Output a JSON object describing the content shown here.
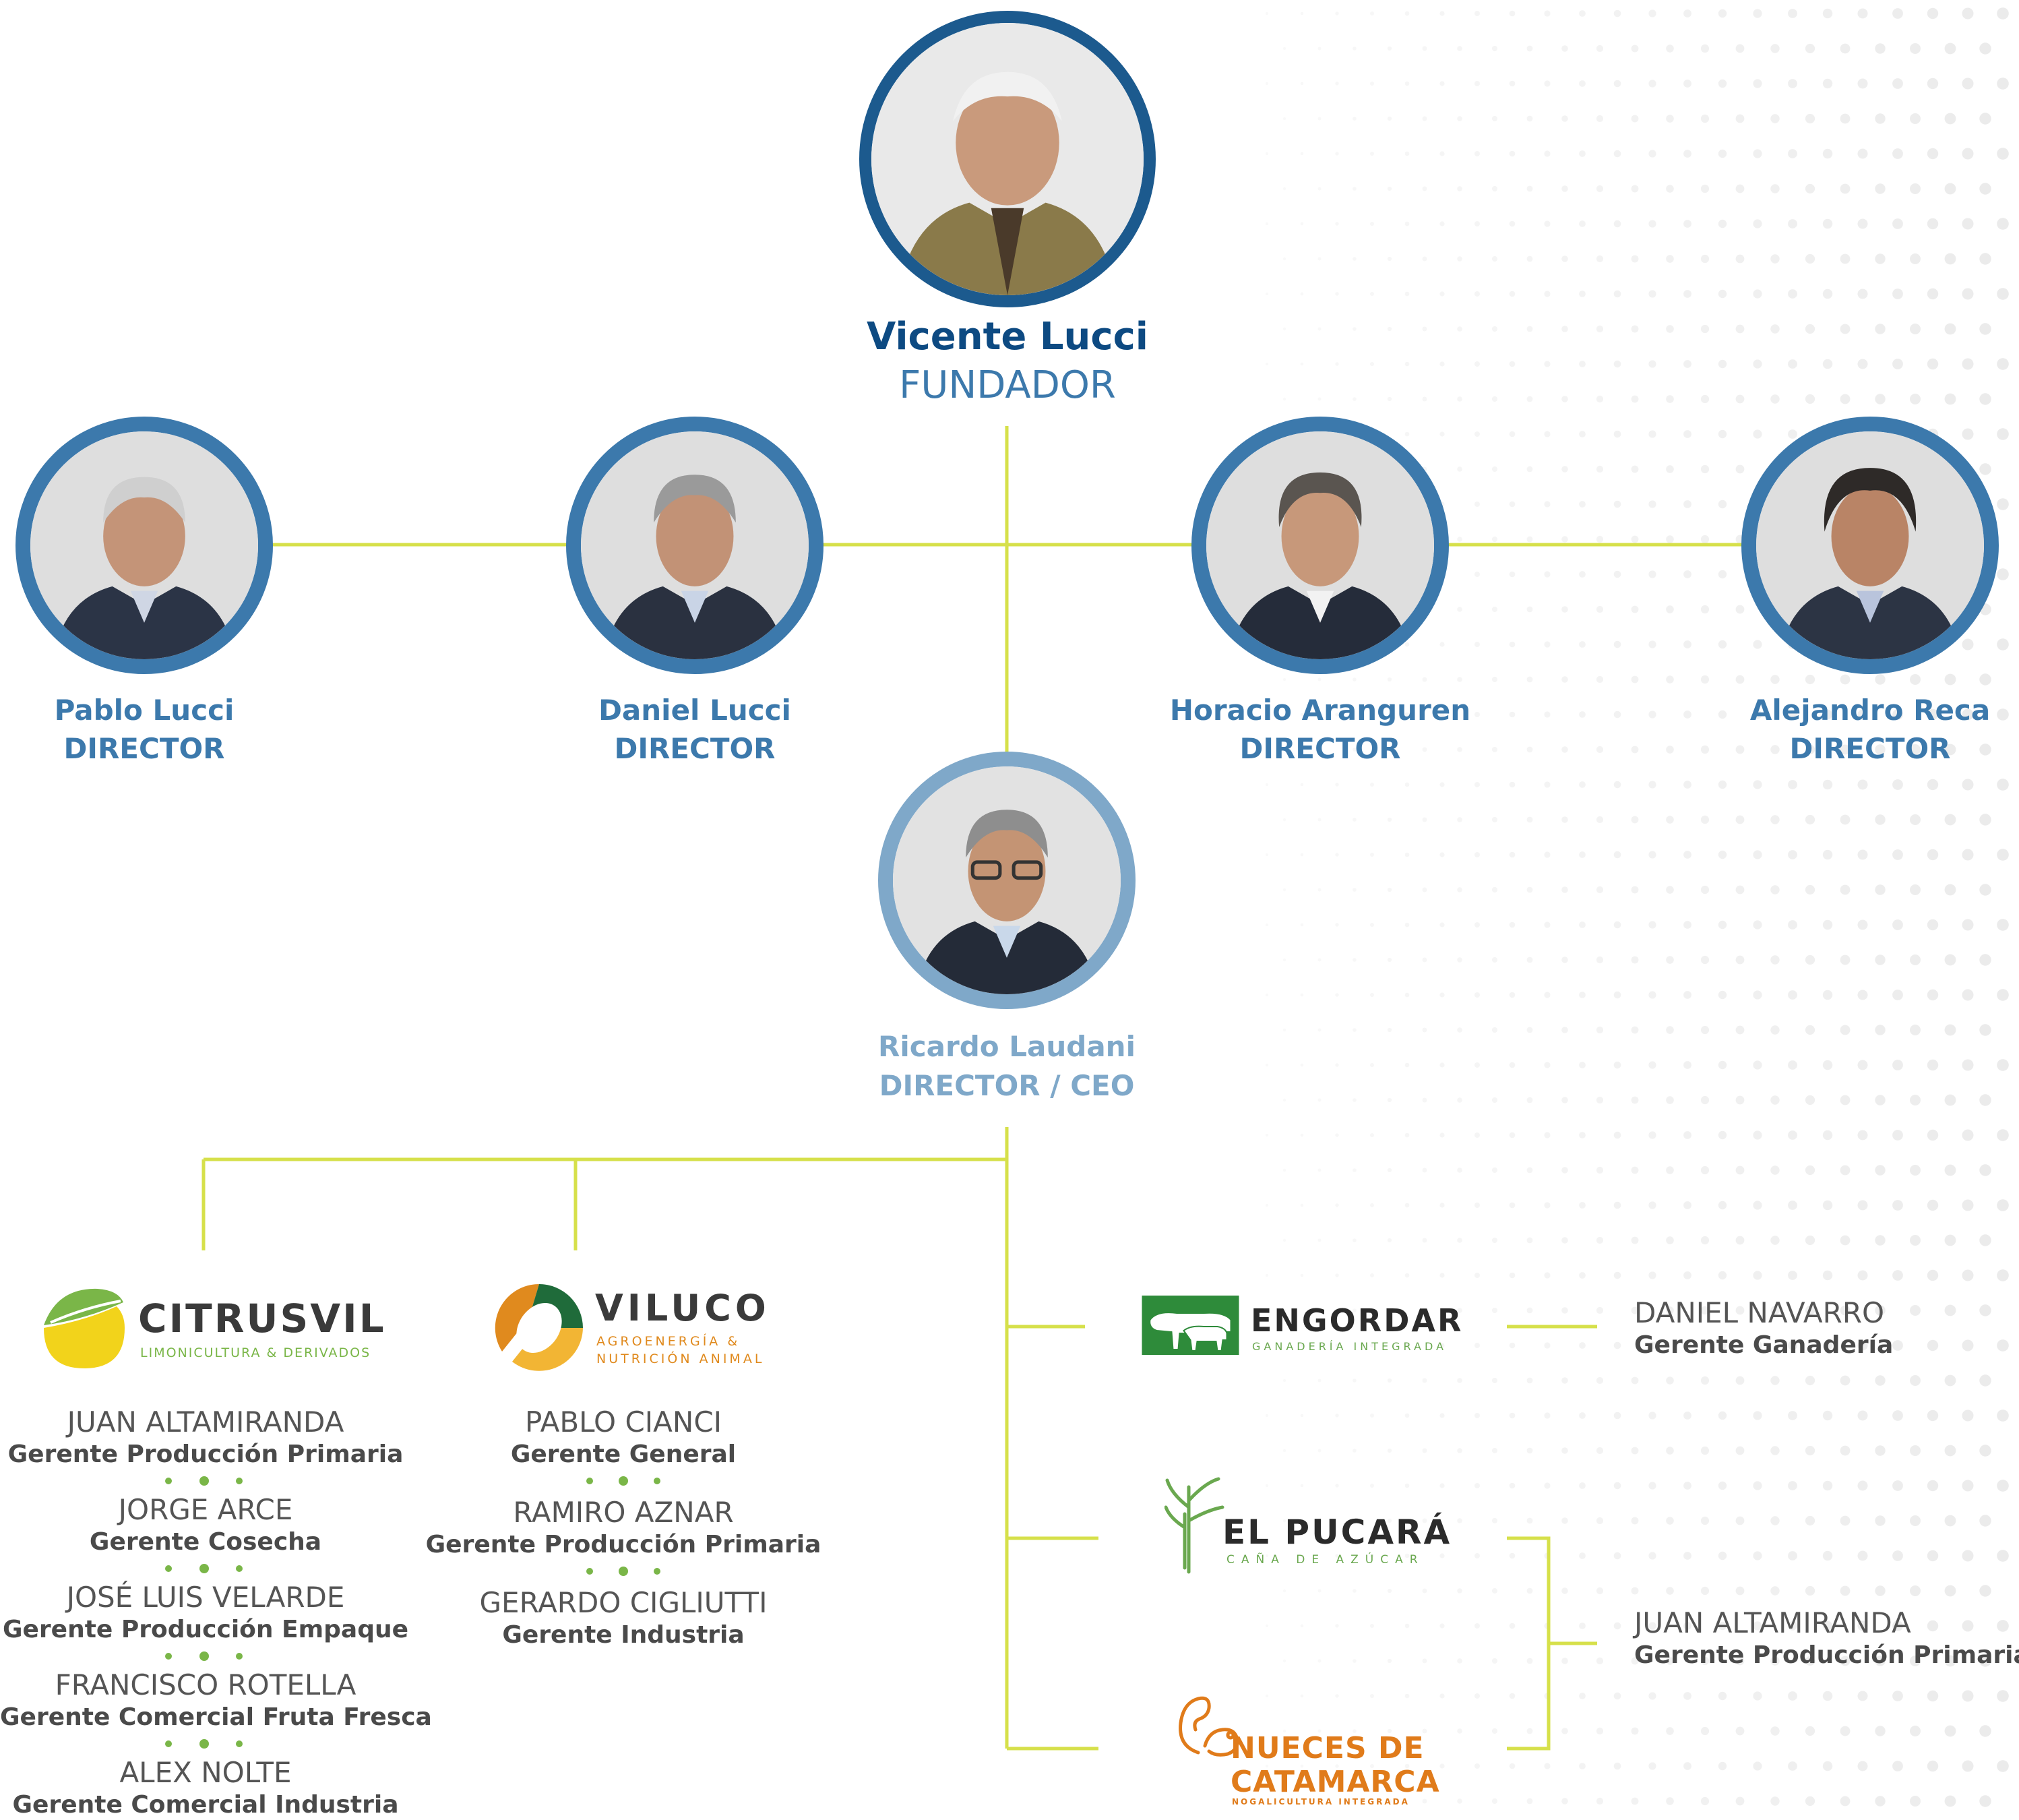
{
  "colors": {
    "connector": "#d6e04a",
    "founder_ring": "#1c5a8e",
    "director_ring": "#3c79ac",
    "ceo_ring": "#7fa8c9",
    "accent_green": "#7ab648",
    "citrusvil_green": "#7ab648",
    "citrusvil_yellow": "#f2d31b",
    "viluco_green": "#1f6b3a",
    "viluco_orange": "#e08a1e",
    "engordar_green": "#2e8b3a",
    "pucara_green": "#6aa84f",
    "nueces_orange": "#e07b1a"
  },
  "founder": {
    "name": "Vicente Lucci",
    "title": "FUNDADOR"
  },
  "directors": [
    {
      "name": "Pablo Lucci",
      "title": "DIRECTOR"
    },
    {
      "name": "Daniel Lucci",
      "title": "DIRECTOR"
    },
    {
      "name": "Horacio Aranguren",
      "title": "DIRECTOR"
    },
    {
      "name": "Alejandro Reca",
      "title": "DIRECTOR"
    }
  ],
  "ceo": {
    "name": "Ricardo Laudani",
    "title": "DIRECTOR / CEO"
  },
  "companies": {
    "citrusvil": {
      "name": "CITRUSVIL",
      "tagline": "LIMONICULTURA & DERIVADOS",
      "managers": [
        {
          "name": "JUAN ALTAMIRANDA",
          "role": "Gerente Producción Primaria"
        },
        {
          "name": "JORGE ARCE",
          "role": "Gerente Cosecha"
        },
        {
          "name": "JOSÉ LUIS VELARDE",
          "role": "Gerente Producción Empaque"
        },
        {
          "name": "FRANCISCO ROTELLA",
          "role": "Gerente Comercial Fruta Fresca"
        },
        {
          "name": "ALEX NOLTE",
          "role": "Gerente Comercial Industria"
        }
      ]
    },
    "viluco": {
      "name": "VILUCO",
      "tagline_line1": "AGROENERGÍA &",
      "tagline_line2": "NUTRICIÓN ANIMAL",
      "managers": [
        {
          "name": "PABLO CIANCI",
          "role": "Gerente General"
        },
        {
          "name": "RAMIRO AZNAR",
          "role": "Gerente Producción Primaria"
        },
        {
          "name": "GERARDO CIGLIUTTI",
          "role": "Gerente Industria"
        }
      ]
    },
    "engordar": {
      "name": "ENGORDAR",
      "tagline": "GANADERÍA INTEGRADA",
      "manager": {
        "name": "DANIEL NAVARRO",
        "role": "Gerente Ganadería"
      }
    },
    "pucara": {
      "name": "EL PUCARÁ",
      "tagline": "CAÑA DE AZÚCAR"
    },
    "nueces": {
      "name_line1": "NUECES DE",
      "name_line2": "CATAMARCA",
      "tagline": "NOGALICULTURA INTEGRADA"
    },
    "shared_manager": {
      "name": "JUAN ALTAMIRANDA",
      "role": "Gerente Producción Primaria"
    }
  }
}
